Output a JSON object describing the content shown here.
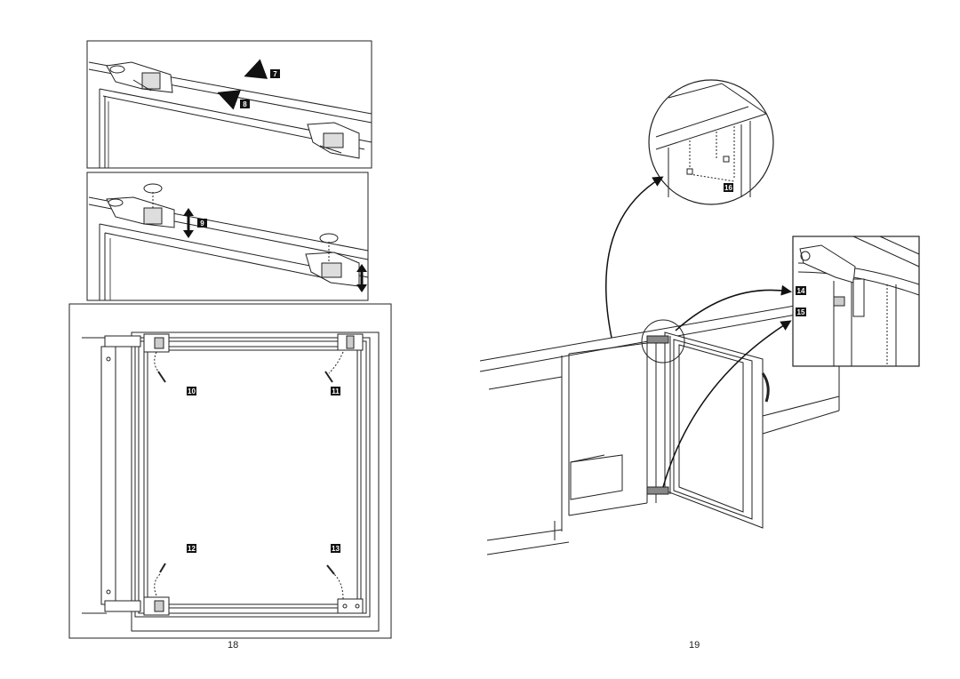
{
  "pages": {
    "left_number": "18",
    "right_number": "19"
  },
  "step_labels": {
    "s7": "7",
    "s8": "8",
    "s9": "9",
    "s10": "10",
    "s11": "11",
    "s12": "12",
    "s13": "13",
    "s14": "14",
    "s15": "15",
    "s16": "16"
  },
  "colors": {
    "line": "#222222",
    "label_bg": "#111111",
    "label_text": "#ffffff",
    "background": "#ffffff"
  }
}
